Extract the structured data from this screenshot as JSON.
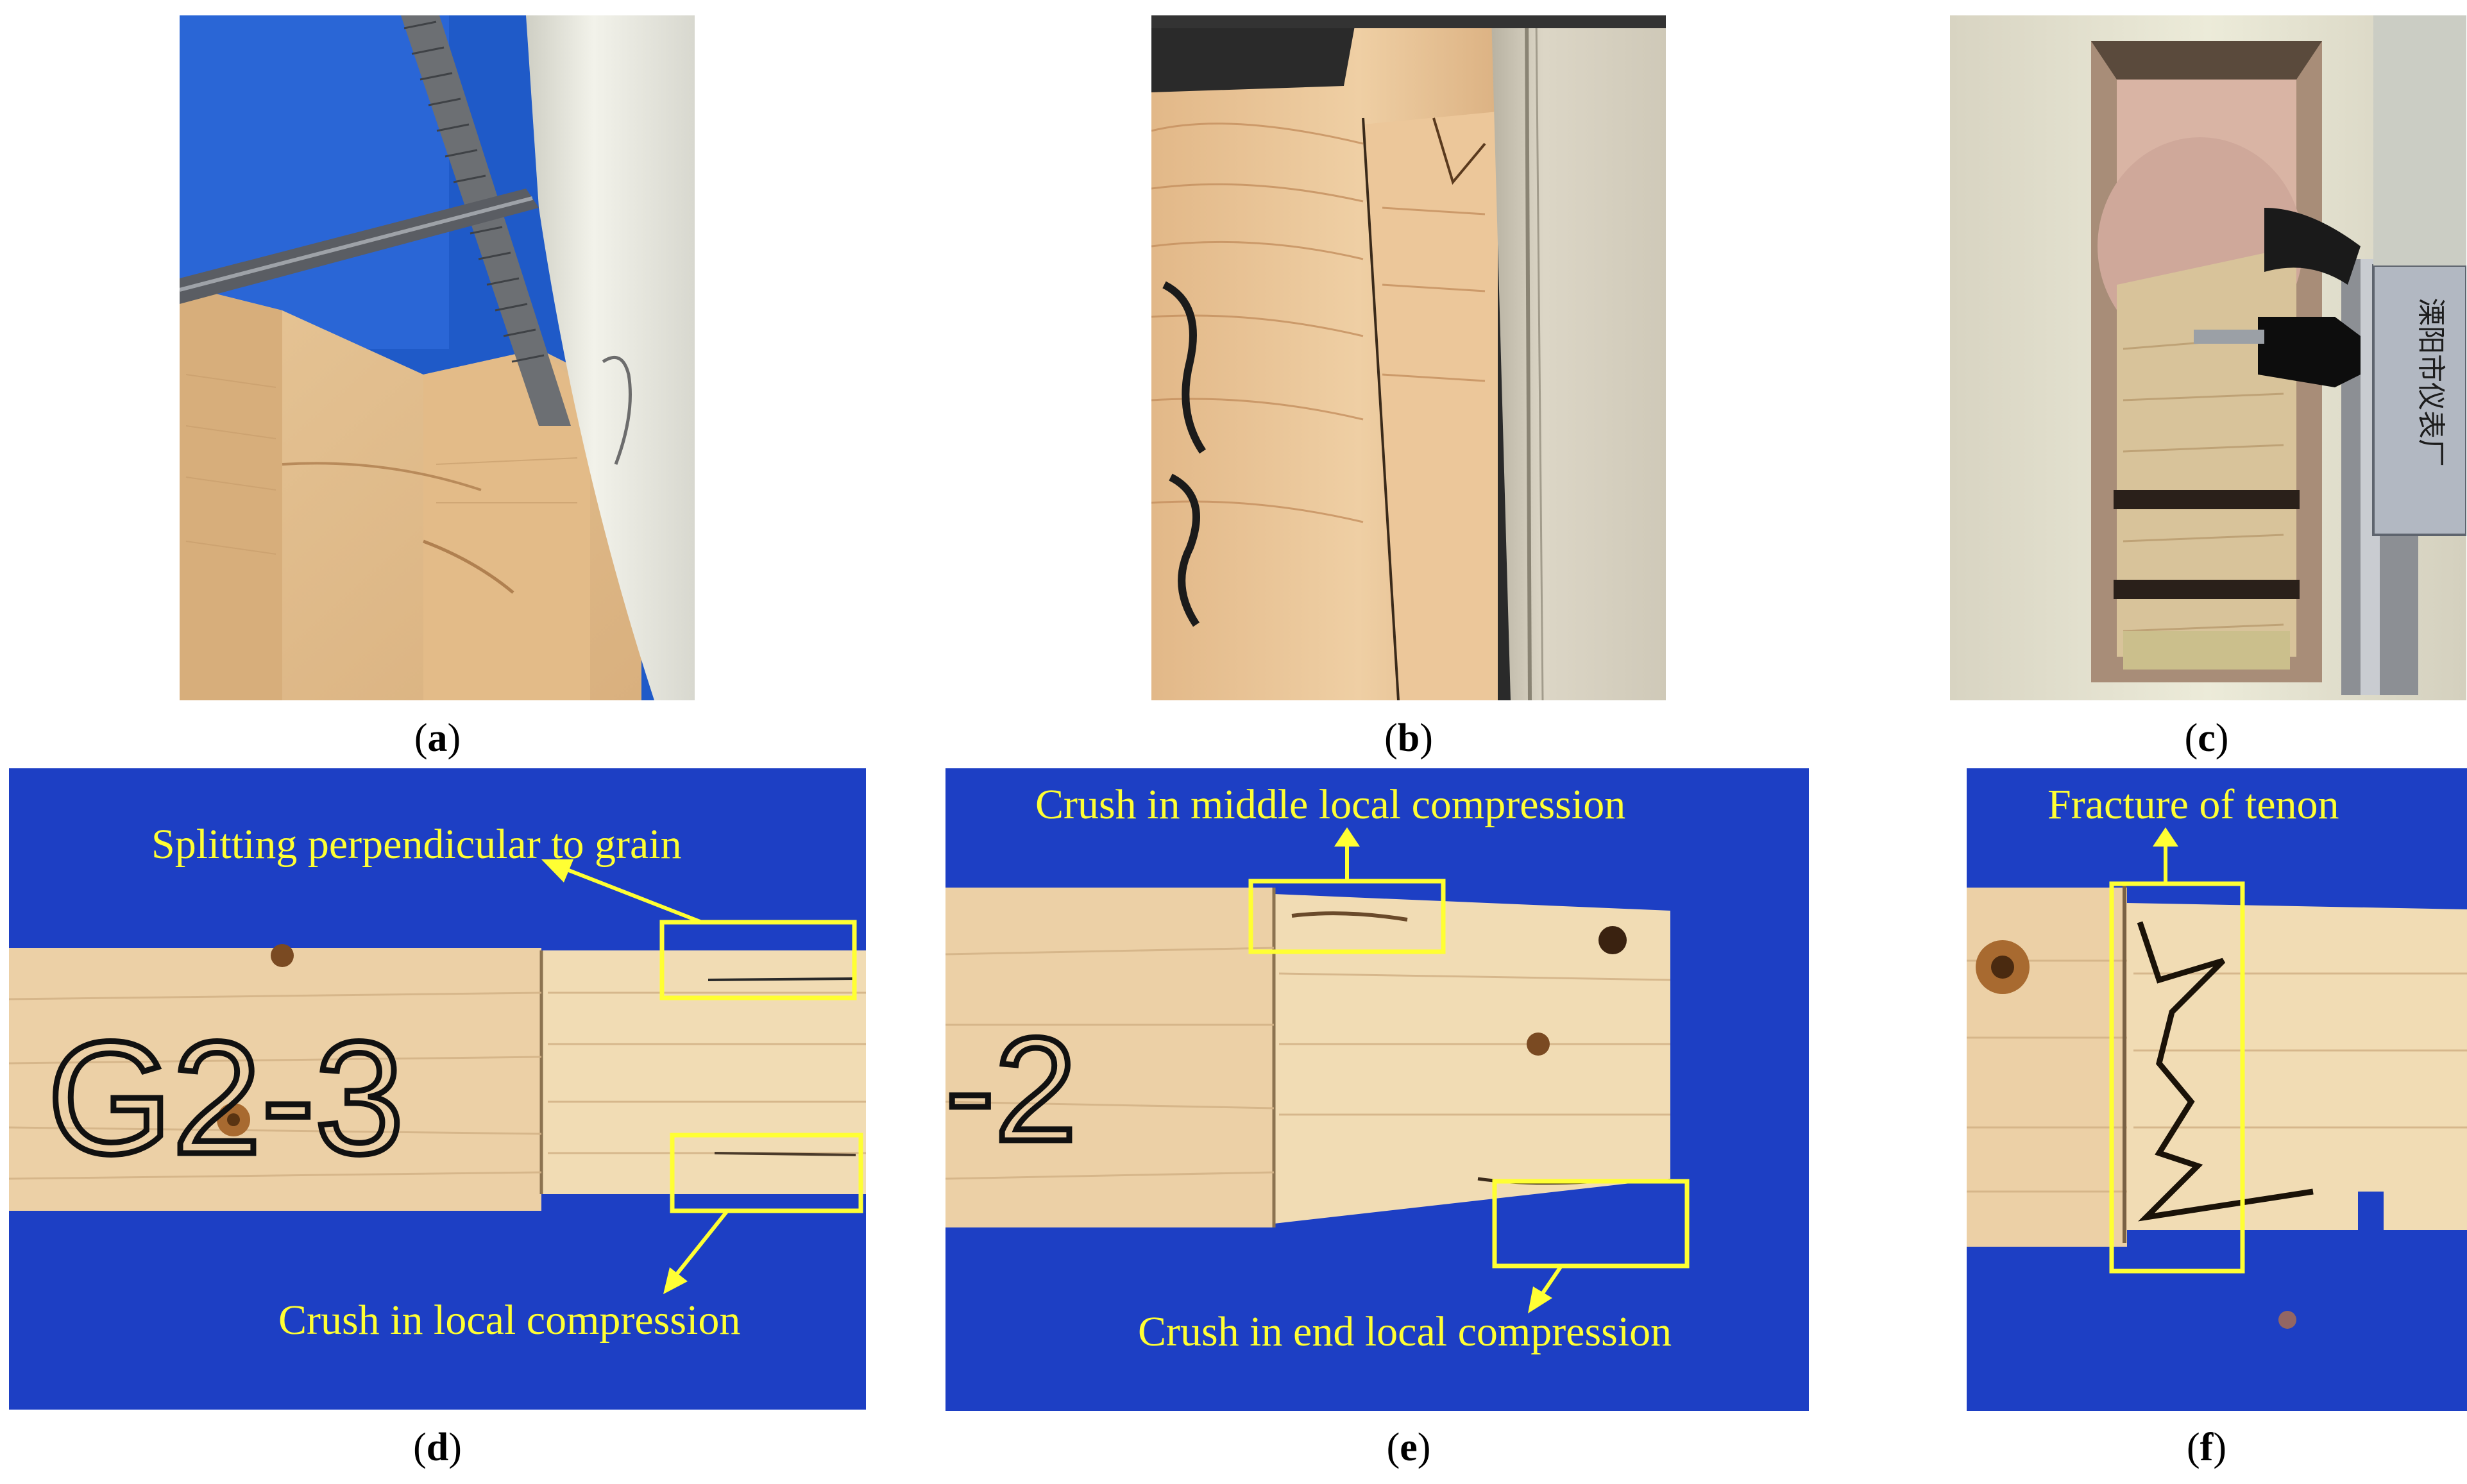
{
  "captions": {
    "a": "a",
    "b": "b",
    "c": "c",
    "d": "d",
    "e": "e",
    "f": "f"
  },
  "annotations": {
    "d_top": "Splitting perpendicular to grain",
    "d_bottom": "Crush in local compression",
    "e_top": "Crush in middle local compression",
    "e_bottom": "Crush in end local compression",
    "f_top": "Fracture of tenon"
  },
  "specimen_marks": {
    "d": "G2-3",
    "e": "-2"
  },
  "gauge_text": "溧阳市仪表厂",
  "colors": {
    "background_blue": "#1d3fc4",
    "annotation_yellow": "#ffff33",
    "wood": "#e9c79c"
  }
}
